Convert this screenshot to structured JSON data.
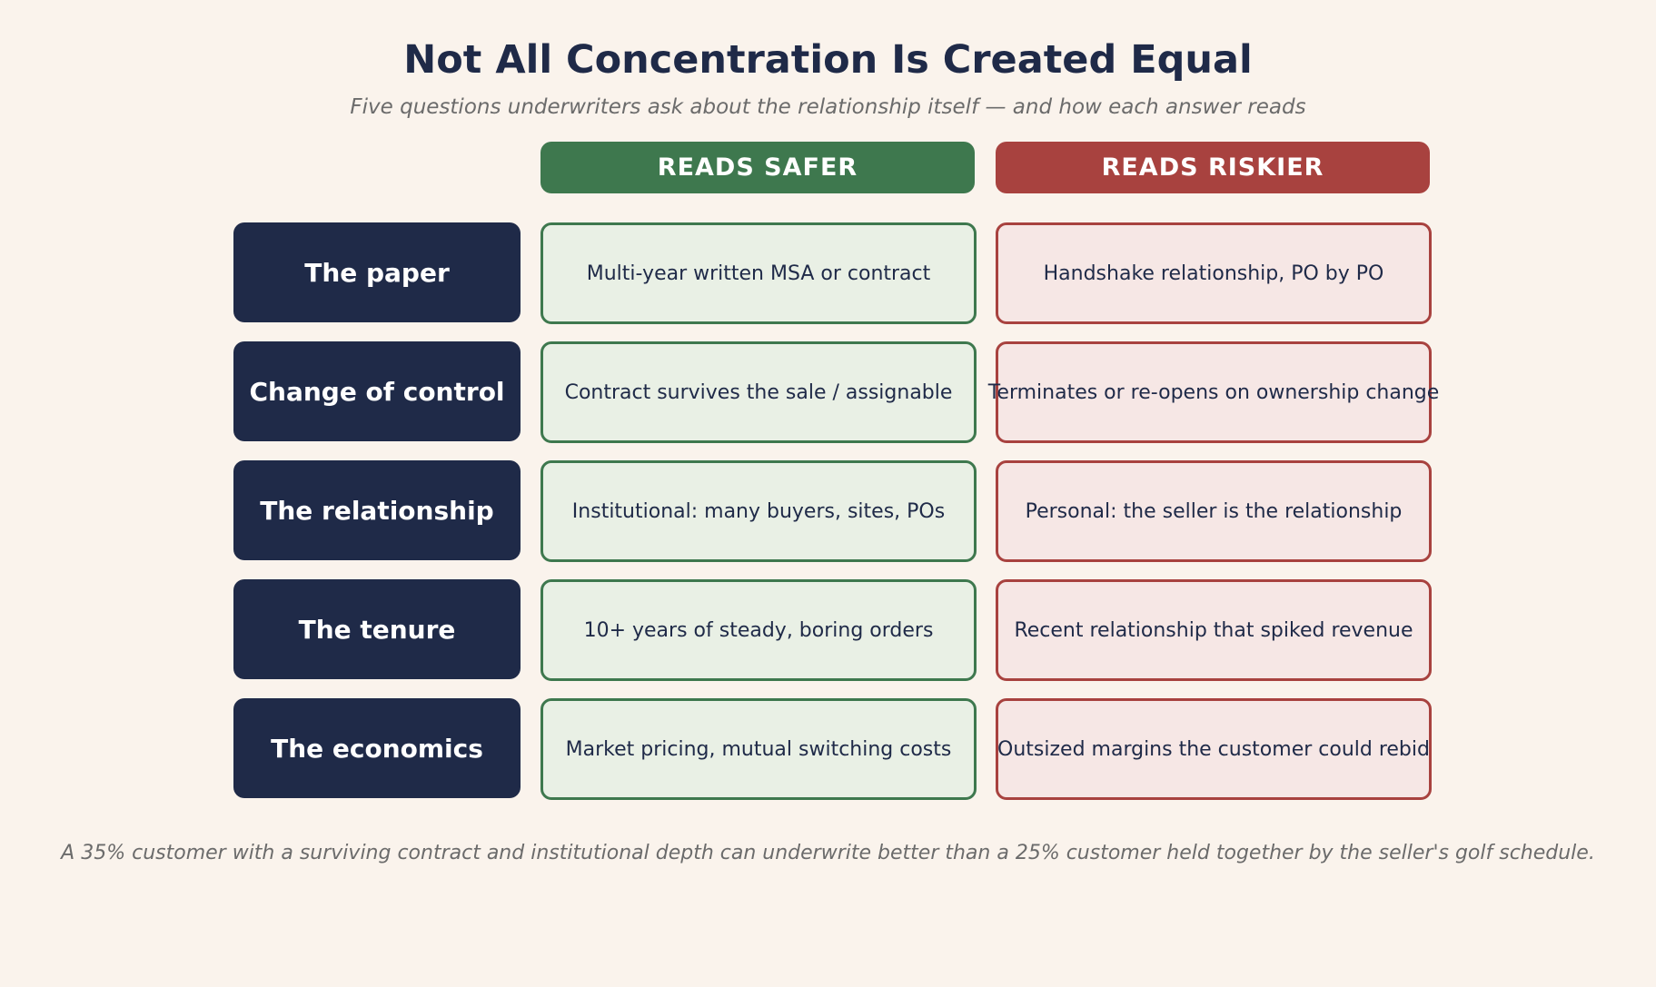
{
  "title": "Not All Concentration Is Created Equal",
  "subtitle": "Five questions underwriters ask about the relationship itself — and how each answer reads",
  "columns": {
    "safer": "READS SAFER",
    "riskier": "READS RISKIER"
  },
  "rows": [
    {
      "label": "The paper",
      "safer": "Multi-year written MSA or contract",
      "riskier": "Handshake relationship, PO by PO"
    },
    {
      "label": "Change of control",
      "safer": "Contract survives the sale / assignable",
      "riskier": "Terminates or re-opens on ownership change"
    },
    {
      "label": "The relationship",
      "safer": "Institutional: many buyers, sites, POs",
      "riskier": "Personal: the seller is the relationship"
    },
    {
      "label": "The tenure",
      "safer": "10+ years of steady, boring orders",
      "riskier": "Recent relationship that spiked revenue"
    },
    {
      "label": "The economics",
      "safer": "Market pricing, mutual switching costs",
      "riskier": "Outsized margins the customer could rebid"
    }
  ],
  "footer": "A 35% customer with a surviving contract and institutional depth can underwrite better than a 25% customer held together by the seller's golf schedule.",
  "colors": {
    "background": "#faf3ec",
    "navy": "#1f2a48",
    "safer": "#3e784e",
    "riskier": "#a8423f"
  }
}
